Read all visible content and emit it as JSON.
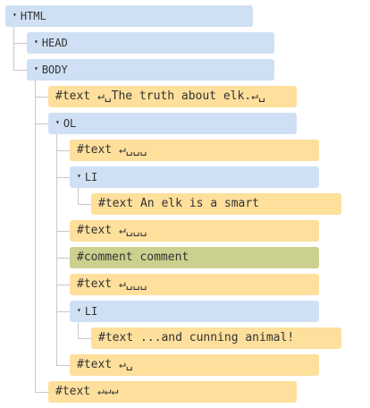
{
  "tree": {
    "html": {
      "label": "HTML",
      "toggle": "▾"
    },
    "head": {
      "label": "HEAD",
      "toggle": "▾"
    },
    "body": {
      "label": "BODY",
      "toggle": "▾"
    },
    "body_text_1": {
      "label": "#text ↵␣The truth about elk.↵␣"
    },
    "ol": {
      "label": "OL",
      "toggle": "▾"
    },
    "ol_text_1": {
      "label": "#text ↵␣␣␣"
    },
    "li_1": {
      "label": "LI",
      "toggle": "▾"
    },
    "li_1_text": {
      "label": "#text An elk is a smart"
    },
    "ol_text_2": {
      "label": "#text ↵␣␣␣"
    },
    "ol_comment": {
      "label": "#comment comment"
    },
    "ol_text_3": {
      "label": "#text ↵␣␣␣"
    },
    "li_2": {
      "label": "LI",
      "toggle": "▾"
    },
    "li_2_text": {
      "label": "#text ...and cunning animal!"
    },
    "ol_text_4": {
      "label": "#text ↵␣"
    },
    "body_text_2": {
      "label": "#text ↵↵↵"
    }
  },
  "colors": {
    "element": "#cfe0f4",
    "text": "#fedf9c",
    "comment": "#ccd08e",
    "connector": "#c8c8c8"
  }
}
